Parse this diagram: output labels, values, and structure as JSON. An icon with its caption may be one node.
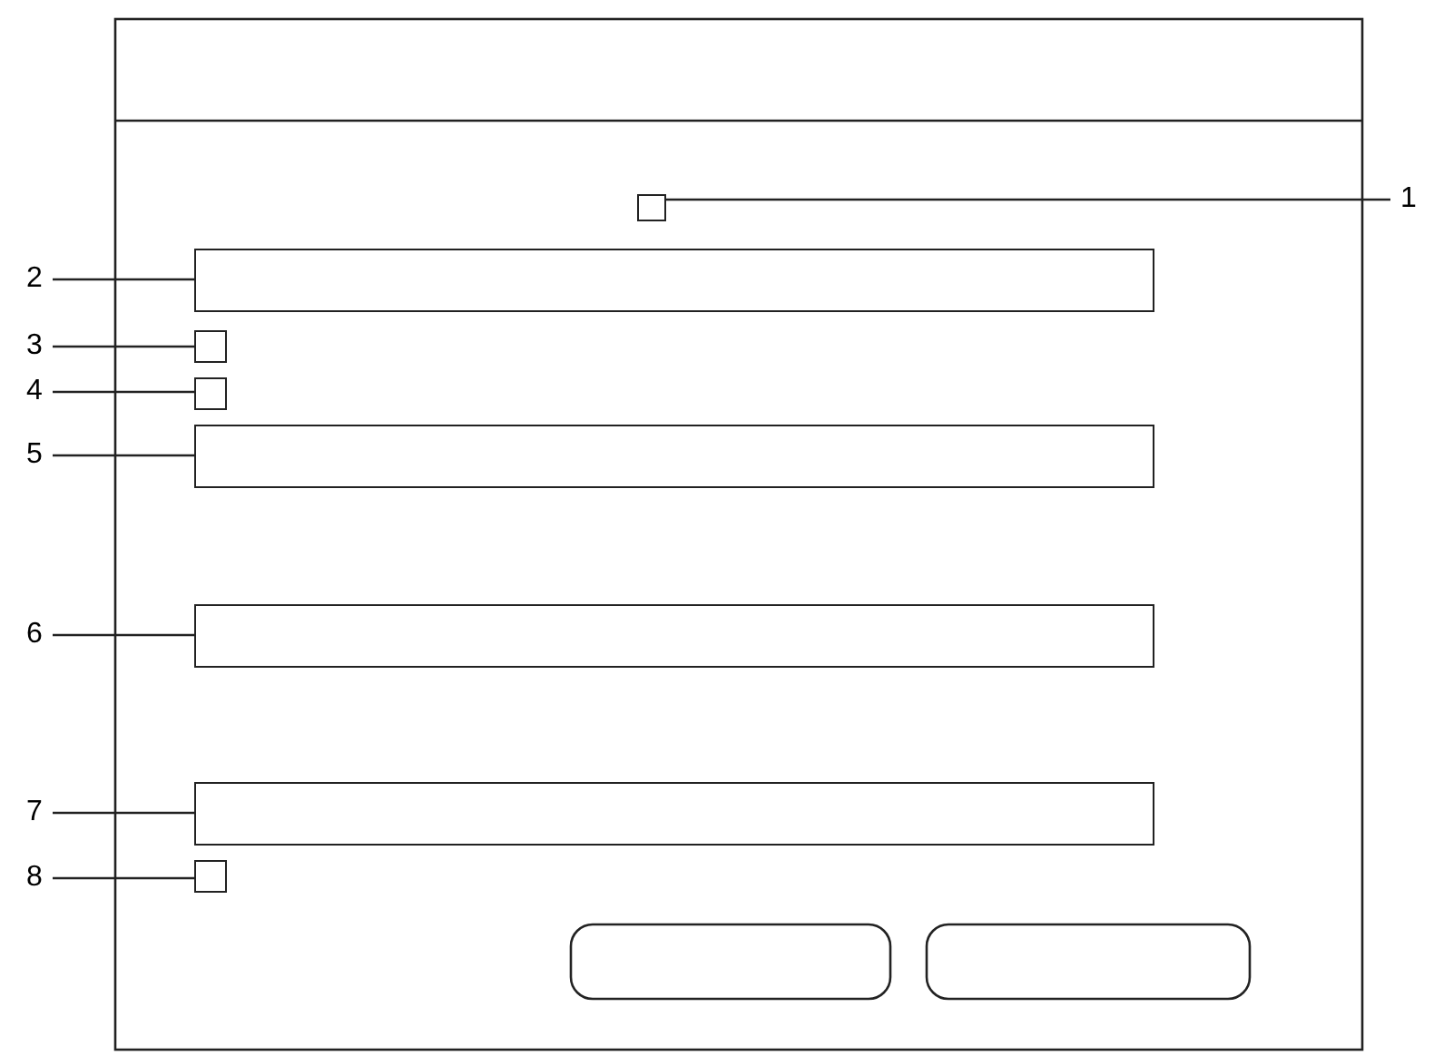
{
  "diagram": {
    "nodes": [
      {
        "text": [
          "1"
        ]
      },
      {
        "text": [],
        "shape": "box"
      },
      {
        "text": [
          "2"
        ]
      },
      {
        "text": [],
        "shape": "box"
      },
      {
        "text": [
          "3"
        ]
      },
      {
        "text": [],
        "shape": "box"
      },
      {
        "text": [
          "4"
        ]
      },
      {
        "text": [],
        "shape": "box"
      },
      {
        "text": [
          "5"
        ]
      },
      {
        "text": [],
        "shape": "box"
      },
      {
        "text": [
          "6"
        ]
      },
      {
        "text": [],
        "shape": "box"
      },
      {
        "text": [
          "7"
        ]
      },
      {
        "text": [],
        "shape": "box"
      },
      {
        "text": [
          "8"
        ]
      },
      {
        "text": [],
        "shape": "box"
      }
    ],
    "edges": [
      {
        "from": 0,
        "to": 1,
        "arrow": "none"
      },
      {
        "from": 2,
        "to": 3,
        "arrow": "none"
      },
      {
        "from": 4,
        "to": 5,
        "arrow": "none"
      },
      {
        "from": 6,
        "to": 7,
        "arrow": "none"
      },
      {
        "from": 8,
        "to": 9,
        "arrow": "none"
      },
      {
        "from": 10,
        "to": 11,
        "arrow": "none"
      },
      {
        "from": 12,
        "to": 13,
        "arrow": "none"
      },
      {
        "from": 14,
        "to": 15,
        "arrow": "none"
      }
    ]
  }
}
